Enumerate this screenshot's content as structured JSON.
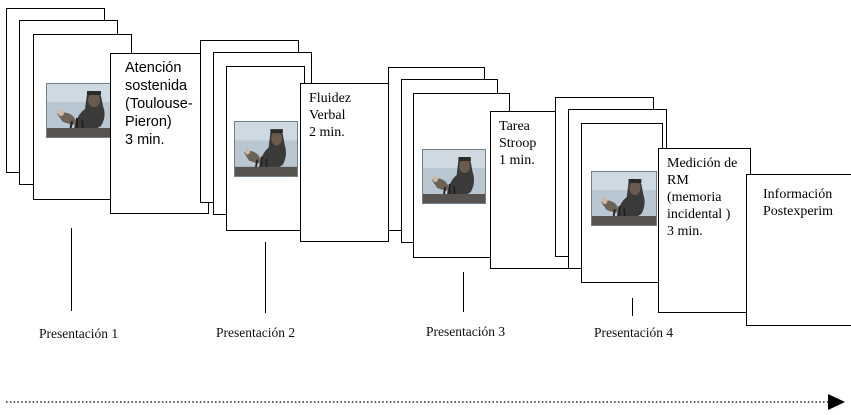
{
  "stages": [
    {
      "label": "Presentación 1",
      "task_lines": [
        "Atención",
        "sostenida",
        "(Toulouse-",
        "Pieron)",
        "3 min."
      ]
    },
    {
      "label": "Presentación 2",
      "task_lines": [
        "Fluidez",
        "Verbal",
        "2 min."
      ]
    },
    {
      "label": "Presentación 3",
      "task_lines": [
        "Tarea",
        "Stroop",
        "1 min."
      ]
    },
    {
      "label": "Presentación 4",
      "task_lines": [
        "Medición de",
        "RM",
        "(memoria",
        "incidental )",
        "3 min."
      ]
    }
  ],
  "final_card": {
    "lines": [
      "Información",
      "Postexperim"
    ]
  },
  "colors": {
    "stroke": "#000000",
    "photo_sky": "#b9c7d3",
    "photo_figure": "#3a3a38"
  }
}
